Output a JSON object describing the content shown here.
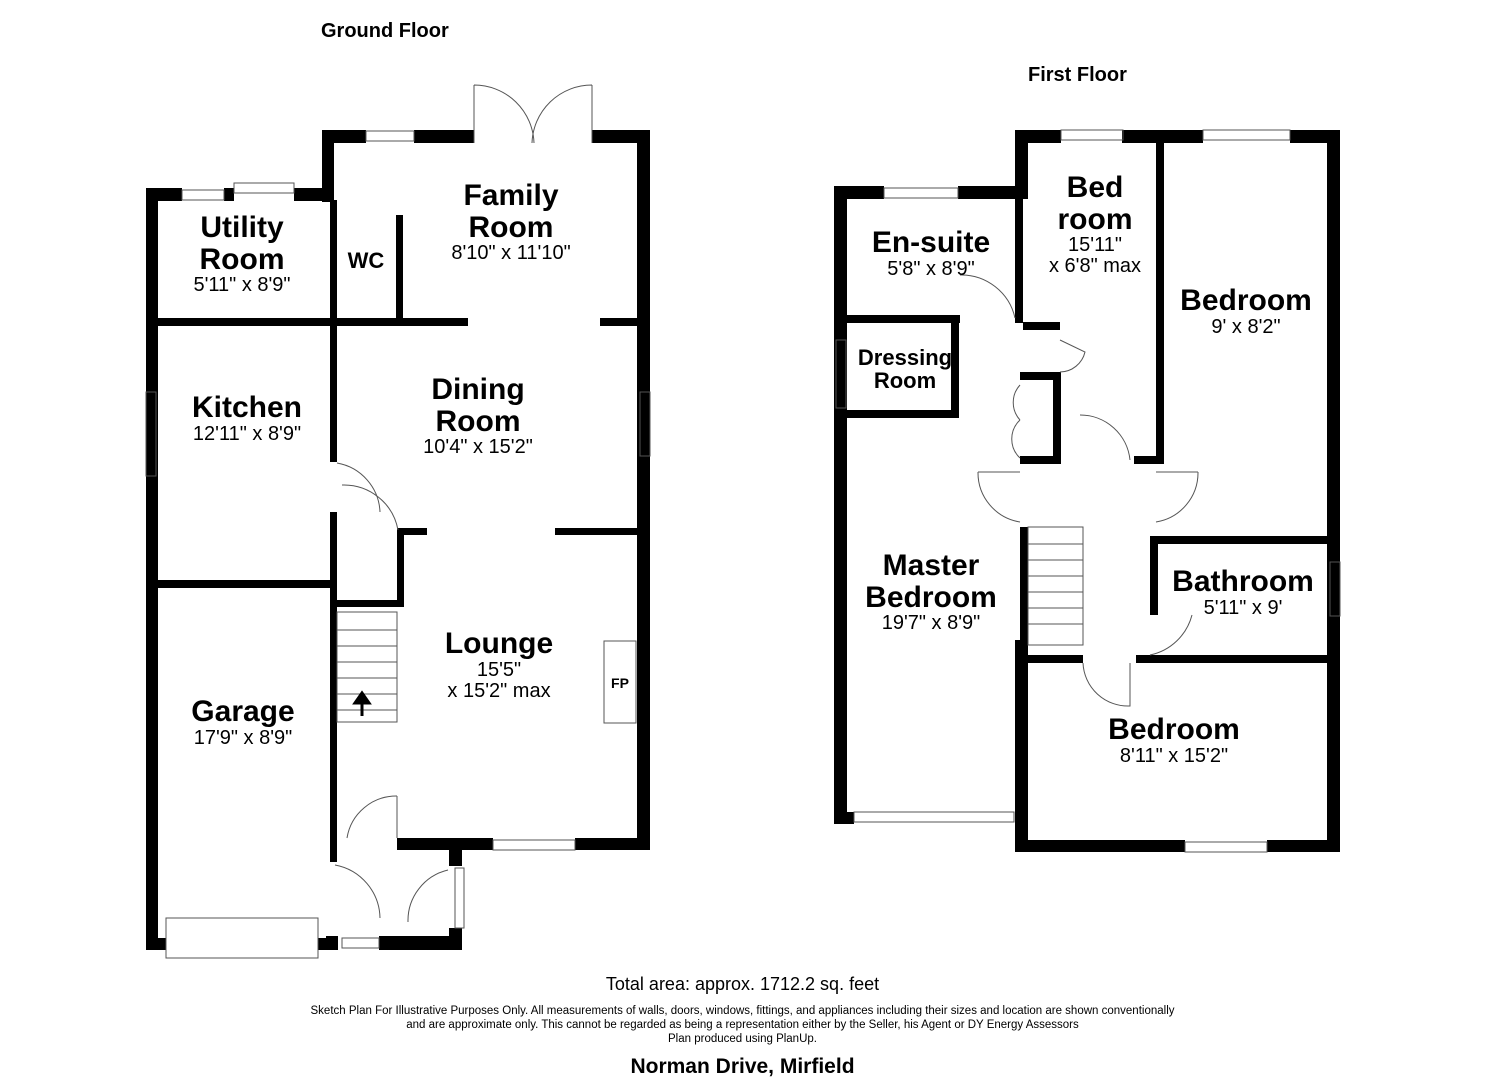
{
  "floors": {
    "ground": {
      "title": "Ground Floor",
      "rooms": [
        {
          "name": "Utility Room",
          "line1": "Utility",
          "line2": "Room",
          "dimensions": "5'11\" x 8'9\""
        },
        {
          "name": "WC",
          "line1": "WC"
        },
        {
          "name": "Family Room",
          "line1": "Family",
          "line2": "Room",
          "dimensions": "8'10\" x 11'10\""
        },
        {
          "name": "Kitchen",
          "line1": "Kitchen",
          "dimensions": "12'11\" x 8'9\""
        },
        {
          "name": "Dining Room",
          "line1": "Dining",
          "line2": "Room",
          "dimensions": "10'4\" x 15'2\""
        },
        {
          "name": "Lounge",
          "line1": "Lounge",
          "dimensions_line1": "15'5\"",
          "dimensions_line2": "x 15'2\" max"
        },
        {
          "name": "Garage",
          "line1": "Garage",
          "dimensions": "17'9\" x 8'9\""
        }
      ],
      "fixtures": {
        "fireplace": "FP"
      }
    },
    "first": {
      "title": "First Floor",
      "rooms": [
        {
          "name": "En-suite",
          "line1": "En-suite",
          "dimensions": "5'8\" x 8'9\""
        },
        {
          "name": "Bedroom",
          "line1": "Bed",
          "line2": "room",
          "dimensions_line1": "15'11\"",
          "dimensions_line2": "x 6'8\" max"
        },
        {
          "name": "Bedroom",
          "line1": "Bedroom",
          "dimensions": "9' x 8'2\""
        },
        {
          "name": "Dressing Room",
          "line1": "Dressing",
          "line2": "Room"
        },
        {
          "name": "Master Bedroom",
          "line1": "Master",
          "line2": "Bedroom",
          "dimensions": "19'7\" x 8'9\""
        },
        {
          "name": "Bathroom",
          "line1": "Bathroom",
          "dimensions": "5'11\" x 9'"
        },
        {
          "name": "Bedroom",
          "line1": "Bedroom",
          "dimensions": "8'11\" x 15'2\""
        }
      ]
    }
  },
  "footer": {
    "total_area": "Total area: approx. 1712.2 sq. feet",
    "disclaimer_line1": "Sketch Plan For Illustrative Purposes Only. All measurements of walls, doors, windows, fittings, and appliances including their sizes and location are shown conventionally",
    "disclaimer_line2": "and are approximate only. This cannot be regarded as being a representation either by the Seller, his Agent or DY Energy Assessors",
    "disclaimer_line3": "Plan produced using PlanUp.",
    "address": "Norman Drive, Mirfield"
  },
  "colors": {
    "wall": "#000000",
    "background": "#ffffff",
    "fixture_line": "#555555"
  }
}
